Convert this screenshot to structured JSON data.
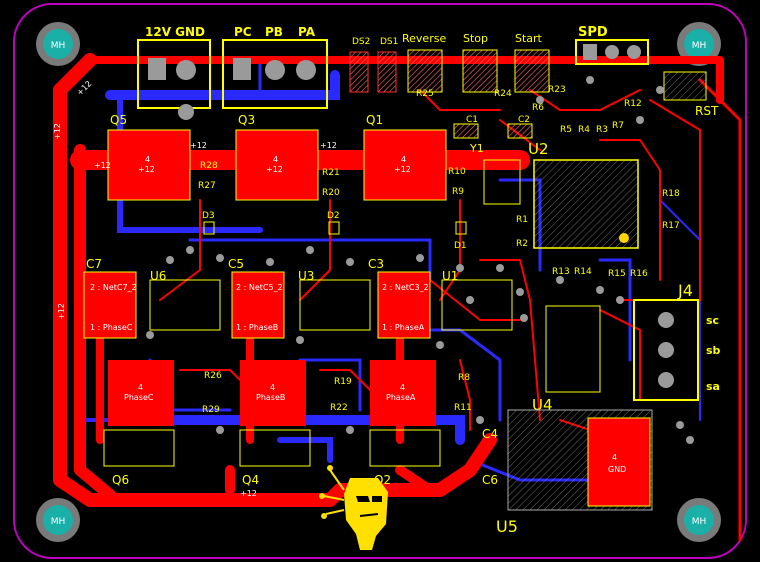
{
  "mount_holes": {
    "label": "MH"
  },
  "silkscreen": {
    "power_header": "12V GND",
    "motor_header": [
      "PC",
      "PB",
      "PA"
    ],
    "switches": [
      "Reverse",
      "Stop",
      "Start"
    ],
    "spd": "SPD",
    "rst": "RST",
    "mosfets": [
      "Q5",
      "Q3",
      "Q1",
      "Q6",
      "Q4",
      "Q2"
    ],
    "drivers": [
      "U6",
      "U3",
      "U1"
    ],
    "caps_big": [
      "C7",
      "C5",
      "C3"
    ],
    "mcu": "U2",
    "crystal": "Y1",
    "j4": "J4",
    "j4_pins": [
      "sc",
      "sb",
      "sa"
    ],
    "u4": "U4",
    "u5": "U5",
    "c4": "C4",
    "c6": "C6",
    "leds": [
      "DS2",
      "DS1"
    ],
    "small_caps": [
      "C1",
      "C2"
    ],
    "r_top": [
      "R25",
      "R24",
      "R23",
      "R6",
      "R5",
      "R4",
      "R3",
      "R7",
      "R12"
    ],
    "r_gate": [
      "R28",
      "R27",
      "R21",
      "R20",
      "R10",
      "R9"
    ],
    "diodes": [
      "D3",
      "D2",
      "D1"
    ],
    "r_mcu": [
      "R1",
      "R2",
      "R18",
      "R17",
      "R13",
      "R14",
      "R15",
      "R16"
    ],
    "r_low": [
      "R26",
      "R29",
      "R19",
      "R22",
      "R8",
      "R11"
    ]
  },
  "copper": {
    "net_12v": "+12",
    "gnd": "GND",
    "pad4": "4",
    "phases": [
      "PhaseC",
      "PhaseB",
      "PhaseA"
    ],
    "cap_nets": [
      "2 : NetC7_2",
      "2 : NetC5_2",
      "2 : NetC3_2"
    ],
    "cap_phase": [
      "1 : PhaseC",
      "1 : PhaseB",
      "1 : PhaseA"
    ],
    "u5_gnd": "4\nGND"
  },
  "colors": {
    "silk": "#ffff00",
    "top": "#ff0000",
    "bottom": "#2a2aff",
    "outline": "#c000c0"
  }
}
